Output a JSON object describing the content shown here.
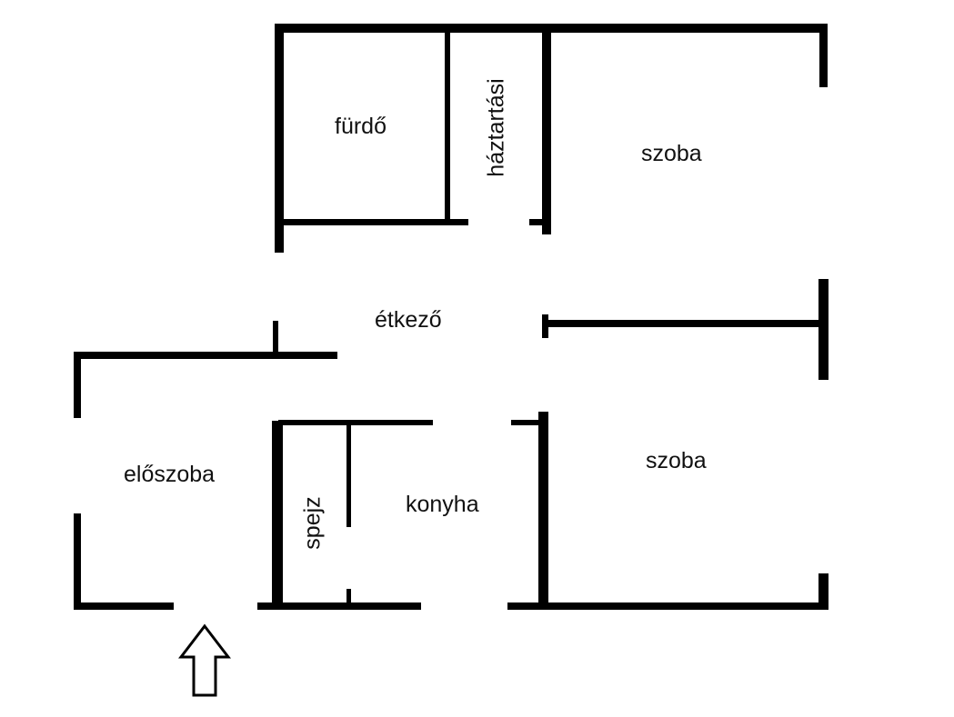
{
  "floorplan": {
    "title": "",
    "wall_color": "#000000",
    "background_color": "#ffffff",
    "rooms": [
      {
        "id": "furdo",
        "label": "fürdő",
        "orientation": "horizontal"
      },
      {
        "id": "haztartasi",
        "label": "háztartási",
        "orientation": "vertical"
      },
      {
        "id": "szoba-top",
        "label": "szoba",
        "orientation": "horizontal"
      },
      {
        "id": "etkezo",
        "label": "étkező",
        "orientation": "horizontal"
      },
      {
        "id": "eloszoba",
        "label": "előszoba",
        "orientation": "horizontal"
      },
      {
        "id": "spejz",
        "label": "spejz",
        "orientation": "vertical"
      },
      {
        "id": "konyha",
        "label": "konyha",
        "orientation": "horizontal"
      },
      {
        "id": "szoba-bottom",
        "label": "szoba",
        "orientation": "horizontal"
      }
    ],
    "entrance": {
      "icon": "up-arrow-outline",
      "meaning": "entrance"
    }
  }
}
